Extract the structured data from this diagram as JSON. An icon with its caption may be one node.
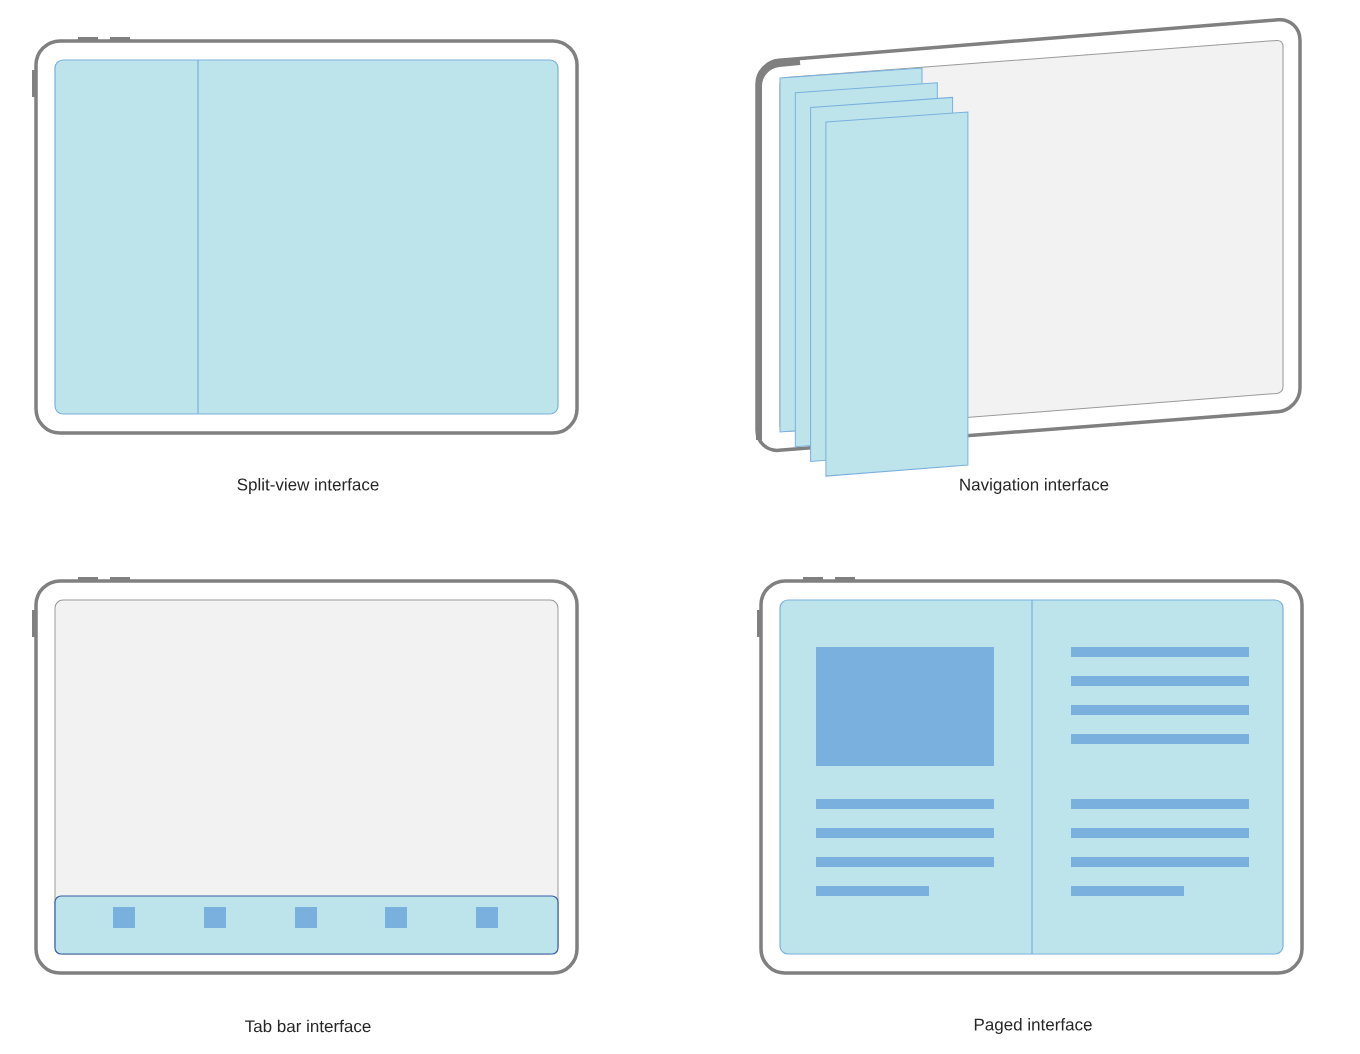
{
  "diagram": {
    "labels": [
      "Split-view interface",
      "Navigation interface",
      "Tab bar interface",
      "Paged interface"
    ]
  }
}
